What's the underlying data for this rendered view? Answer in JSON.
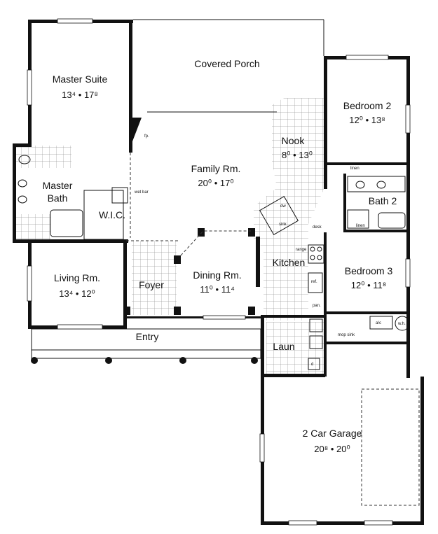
{
  "rooms": {
    "covered_porch": {
      "label": "Covered Porch"
    },
    "master_suite": {
      "label_line1": "Master",
      "label_line2": "Suite",
      "dim_w": "13⁴",
      "dim_l": "17⁸"
    },
    "master_bath": {
      "label_line1": "Master",
      "label_line2": "Bath"
    },
    "wic": {
      "label": "W.I.C."
    },
    "family_rm": {
      "label": "Family Rm.",
      "dim_w": "20⁰",
      "dim_l": "17⁰"
    },
    "nook": {
      "label": "Nook",
      "dim_w": "8⁰",
      "dim_l": "13⁰"
    },
    "bedroom2": {
      "label": "Bedroom 2",
      "dim_w": "12⁰",
      "dim_l": "13⁸"
    },
    "bath2": {
      "label": "Bath 2"
    },
    "kitchen": {
      "label": "Kitchen"
    },
    "bedroom3": {
      "label": "Bedroom 3",
      "dim_w": "12⁰",
      "dim_l": "11⁸"
    },
    "living_rm": {
      "label": "Living Rm.",
      "dim_w": "13⁴",
      "dim_l": "12⁰"
    },
    "foyer": {
      "label": "Foyer"
    },
    "dining_rm": {
      "label": "Dining Rm.",
      "dim_w": "11⁰",
      "dim_l": "11⁴"
    },
    "entry": {
      "label": "Entry"
    },
    "laun": {
      "label": "Laun"
    },
    "garage": {
      "label": "2 Car Garage",
      "dim_w": "20⁸",
      "dim_l": "20⁰"
    }
  },
  "fixtures": {
    "fp": "fp.",
    "wet_bar": "wet bar",
    "linen1": "linen",
    "linen2": "linen",
    "dw": "dw",
    "sink": "sink",
    "desk": "desk",
    "range": "range",
    "ref": "ref.",
    "pan": "pan.",
    "ac": "a/c",
    "wh": "w.h.",
    "mop_sink": "mop sink",
    "dryer": "d"
  },
  "separator": "•"
}
